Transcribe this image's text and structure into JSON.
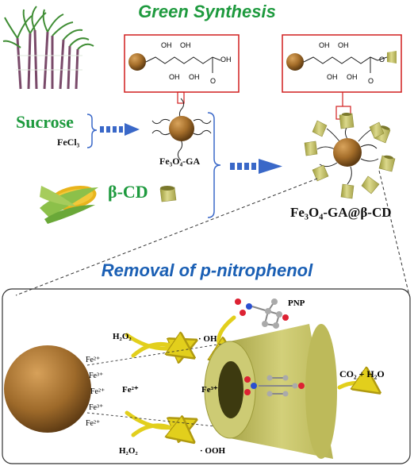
{
  "titles": {
    "top": "Green Synthesis",
    "bottom": "Removal of p-nitrophenol"
  },
  "reactants": {
    "sucrose": "Sucrose",
    "fecl3": "FeCl₃",
    "beta_cd": "β-CD"
  },
  "products": {
    "fe3o4_ga": "Fe₃O₄-GA",
    "composite": "Fe₃O₄-GA@β-CD"
  },
  "molecule_labels": {
    "oh": "OH",
    "o": "O"
  },
  "mechanism": {
    "h2o2_top": "H₂O₂",
    "oh_radical": "· OH",
    "fe2_mid": "Fe²⁺",
    "fe3_mid": "Fe³⁺",
    "h2o2_bottom": "H₂O₂",
    "ooh_radical": "· OOH",
    "pnp": "PNP",
    "products": "CO₂ +  H₂O",
    "surface_ions": [
      "Fe²⁺",
      "Fe³⁺",
      "Fe²⁺",
      "Fe³⁺",
      "Fe²⁺"
    ]
  },
  "colors": {
    "green_title": "#1e9a3e",
    "blue_title": "#1a5fb4",
    "arrow_blue": "#3a68c8",
    "particle": "#a0702e",
    "cd_yellow": "#c9c46a",
    "red_box": "#d11f1f",
    "yellow_arrow": "#e6d21a"
  }
}
